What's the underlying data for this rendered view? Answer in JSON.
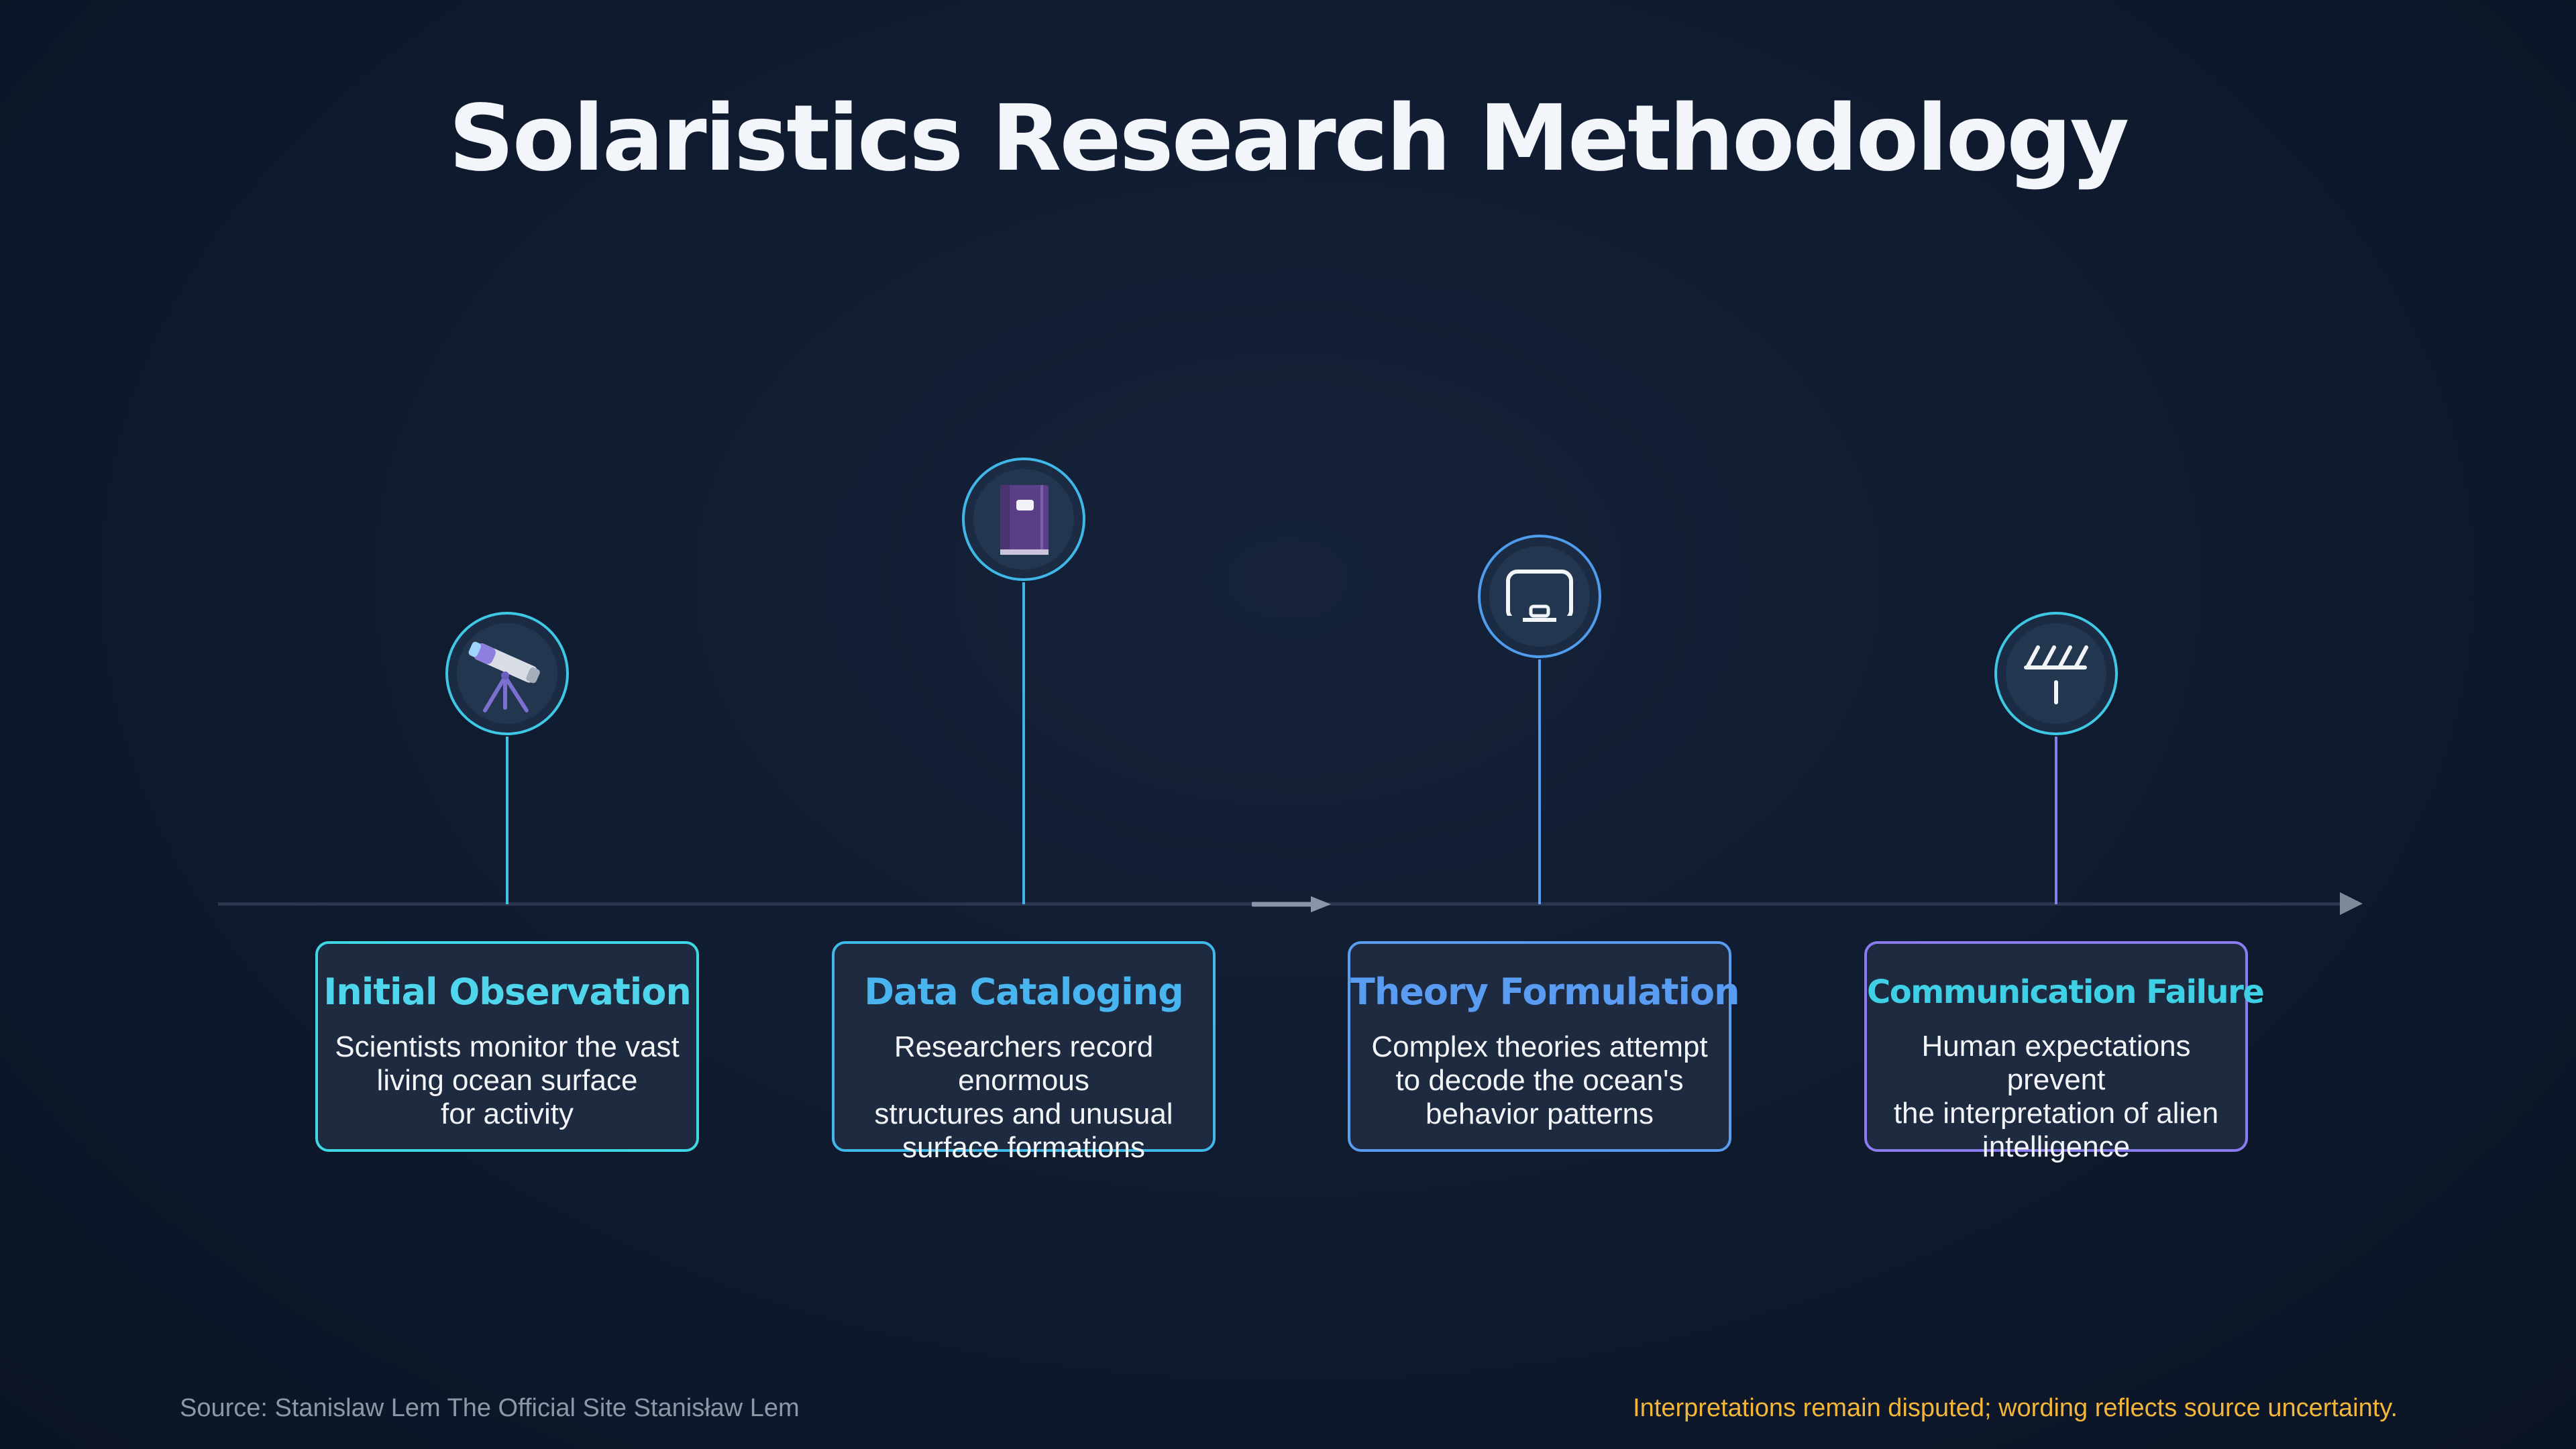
{
  "title": "Solaristics Research Methodology",
  "colors": {
    "accent_cyan": "#3fd0e6",
    "accent_blue": "#3fa6ec",
    "accent_periwinkle": "#6b8cf0",
    "accent_violet": "#8a7cf0",
    "note_orange": "#f2b63a"
  },
  "steps": [
    {
      "icon": "telescope-icon",
      "title": "Initial Observation",
      "description": "Scientists monitor the vast\nliving ocean surface\nfor activity"
    },
    {
      "icon": "book-icon",
      "title": "Data Cataloging",
      "description": "Researchers record enormous\nstructures and unusual\nsurface formations"
    },
    {
      "icon": "chalkboard-icon",
      "title": "Theory Formulation",
      "description": "Complex theories attempt\nto decode the ocean's\nbehavior patterns"
    },
    {
      "icon": "antenna-icon",
      "title": "Communication Failure",
      "description": "Human expectations prevent\nthe interpretation of alien\nintelligence"
    }
  ],
  "footer": {
    "source": "Source: Stanislaw Lem The Official Site Stanisław Lem",
    "note": "Interpretations remain disputed; wording reflects source uncertainty."
  }
}
